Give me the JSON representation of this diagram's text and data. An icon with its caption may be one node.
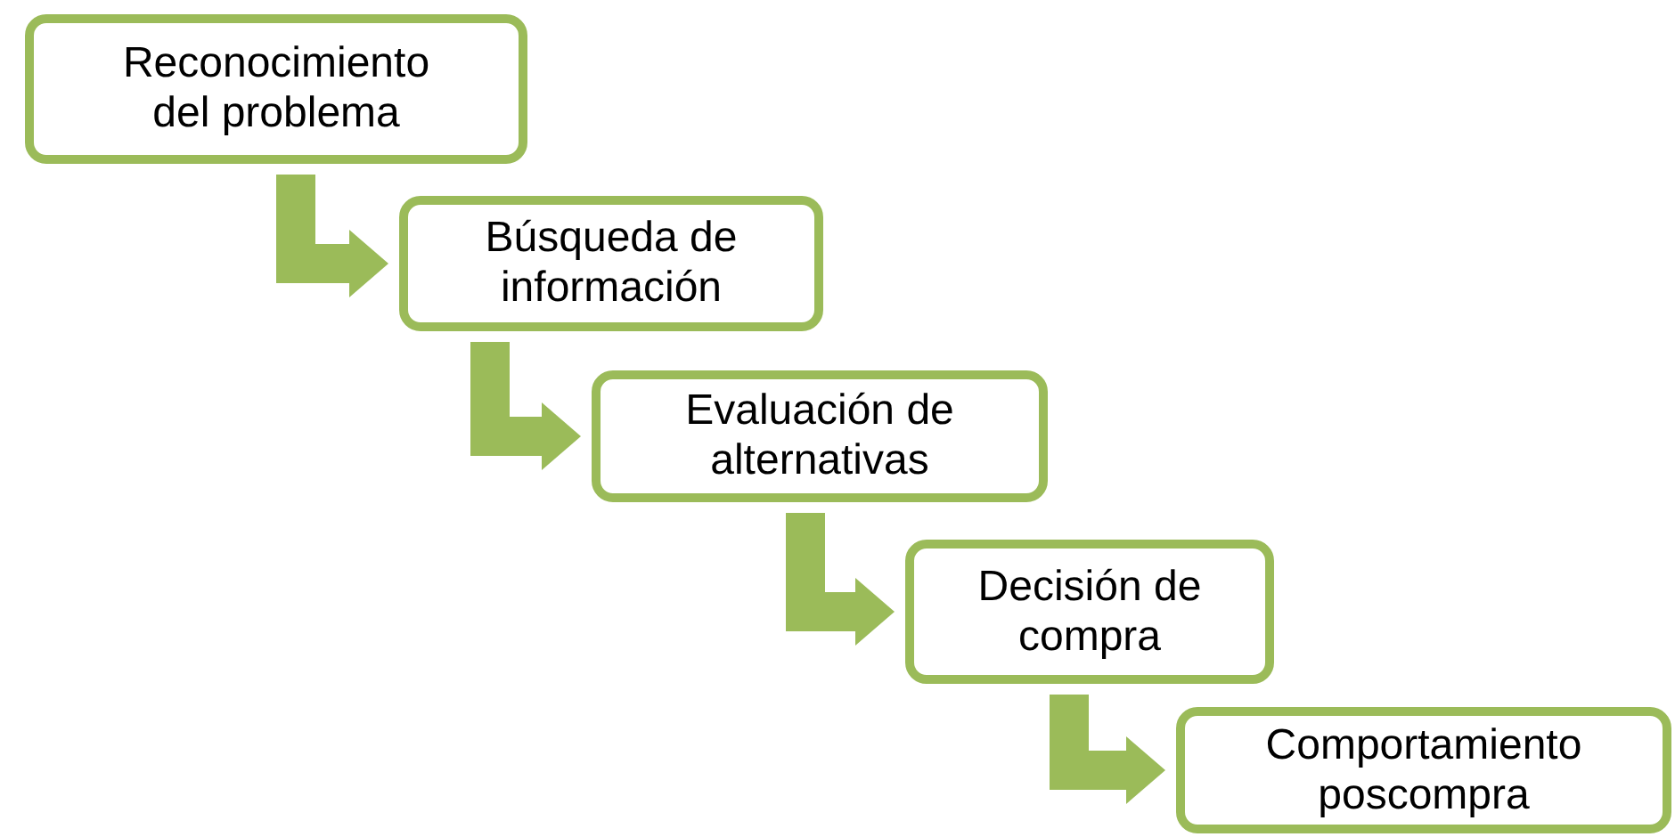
{
  "diagram": {
    "nodes": [
      {
        "text": [
          "Reconocimiento del problema"
        ]
      },
      {
        "text": [
          "Búsqueda de información"
        ]
      },
      {
        "text": [
          "Evaluación de alternativas"
        ]
      },
      {
        "text": [
          "Decisión de compra"
        ]
      },
      {
        "text": [
          "Comportamiento poscompra"
        ]
      }
    ],
    "edges": [
      {
        "from": 0,
        "to": 1,
        "arrow": "to"
      },
      {
        "from": 1,
        "to": 2,
        "arrow": "to"
      },
      {
        "from": 2,
        "to": 3,
        "arrow": "to"
      },
      {
        "from": 3,
        "to": 4,
        "arrow": "to"
      }
    ]
  }
}
